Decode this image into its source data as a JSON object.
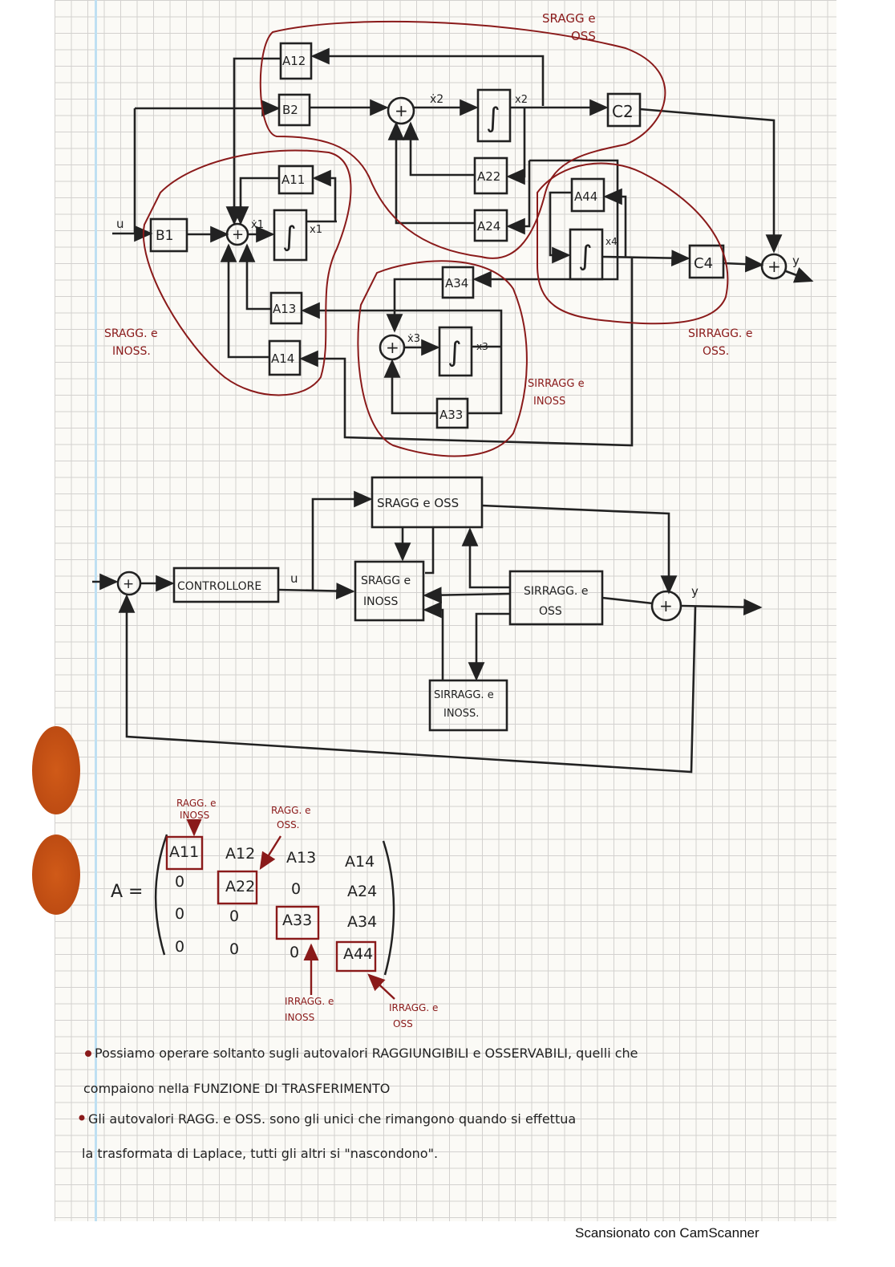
{
  "diagram1": {
    "input_label": "u",
    "output_label": "y",
    "blocks": {
      "B1": "B1",
      "B2": "B2",
      "A11": "A11",
      "A12": "A12",
      "A13": "A13",
      "A14": "A14",
      "A22": "A22",
      "A24": "A24",
      "A33": "A33",
      "A34": "A34",
      "A44": "A44",
      "C2": "C2",
      "C4": "C4",
      "integrator": "∫"
    },
    "signals": {
      "x1": "x1",
      "x1dot": "ẋ1",
      "x2": "x2",
      "x2dot": "ẋ2",
      "x3": "x3",
      "x3dot": "ẋ3",
      "x4": "x4"
    },
    "sum_symbol": "+",
    "regions": {
      "top": [
        "SRAGG e",
        "OSS"
      ],
      "left": [
        "SRAGG. e",
        "INOSS."
      ],
      "right": [
        "SIRRAGG. e",
        "OSS."
      ],
      "bottom": [
        "SIRRAGG e",
        "INOSS"
      ]
    }
  },
  "diagram2": {
    "controller": "CONTROLLORE",
    "u_label": "u",
    "y_label": "y",
    "blocks": {
      "top": "SRAGG e OSS",
      "middle_line1": "SRAGG e",
      "middle_line2": "INOSS",
      "right_line1": "SIRRAGG. e",
      "right_line2": "OSS",
      "bottom_line1": "SIRRAGG. e",
      "bottom_line2": "INOSS."
    },
    "sum_symbol": "+"
  },
  "matrix": {
    "lhs": "A =",
    "rows": [
      [
        "A11",
        "A12",
        "A13",
        "A14"
      ],
      [
        "0",
        "A22",
        "0",
        "A24"
      ],
      [
        "0",
        "0",
        "A33",
        "A34"
      ],
      [
        "0",
        "0",
        "0",
        "A44"
      ]
    ],
    "annotations": {
      "a11": [
        "RAGG. e",
        "INOSS"
      ],
      "a22": [
        "RAGG. e",
        "OSS."
      ],
      "a33": [
        "IRRAGG. e",
        "INOSS"
      ],
      "a44": [
        "IRRAGG. e",
        "OSS"
      ]
    },
    "annotation_color": "#8a1a1a"
  },
  "notes": [
    [
      "Possiamo operare soltanto sugli autovalori RAGGIUNGIBILI e OSSERVABILI, quelli che",
      "compaiono nella FUNZIONE DI TRASFERIMENTO"
    ],
    [
      "Gli autovalori RAGG. e OSS. sono gli unici che rimangono quando si effettua",
      "la trasformata di Laplace, tutti gli altri si \"nascondono\"."
    ]
  ],
  "footer": "Scansionato con CamScanner",
  "colors": {
    "ink": "#222222",
    "red_ink": "#8a1a1a",
    "paper": "#fbfaf6",
    "grid": "#cfcdcb"
  }
}
